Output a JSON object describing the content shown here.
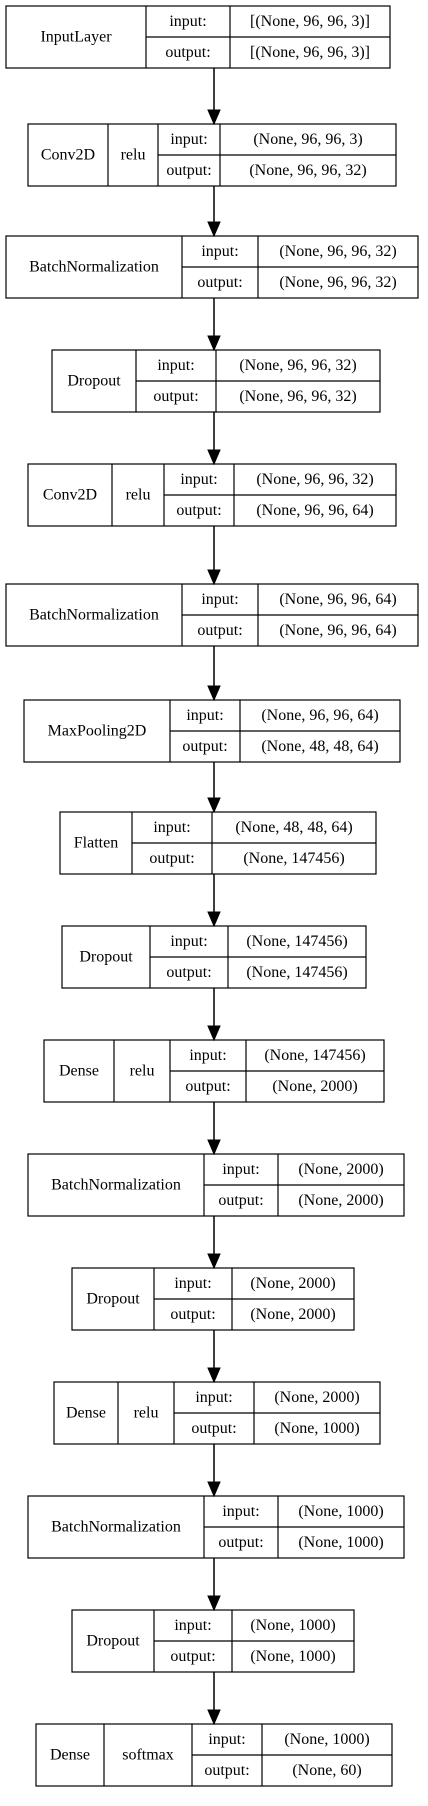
{
  "port_labels": {
    "input": "input:",
    "output": "output:"
  },
  "layers": [
    {
      "name": "InputLayer",
      "activation": "",
      "input": "[(None, 96, 96, 3)]",
      "output": "[(None, 96, 96, 3)]"
    },
    {
      "name": "Conv2D",
      "activation": "relu",
      "input": "(None, 96, 96, 3)",
      "output": "(None, 96, 96, 32)"
    },
    {
      "name": "BatchNormalization",
      "activation": "",
      "input": "(None, 96, 96, 32)",
      "output": "(None, 96, 96, 32)"
    },
    {
      "name": "Dropout",
      "activation": "",
      "input": "(None, 96, 96, 32)",
      "output": "(None, 96, 96, 32)"
    },
    {
      "name": "Conv2D",
      "activation": "relu",
      "input": "(None, 96, 96, 32)",
      "output": "(None, 96, 96, 64)"
    },
    {
      "name": "BatchNormalization",
      "activation": "",
      "input": "(None, 96, 96, 64)",
      "output": "(None, 96, 96, 64)"
    },
    {
      "name": "MaxPooling2D",
      "activation": "",
      "input": "(None, 96, 96, 64)",
      "output": "(None, 48, 48, 64)"
    },
    {
      "name": "Flatten",
      "activation": "",
      "input": "(None, 48, 48, 64)",
      "output": "(None, 147456)"
    },
    {
      "name": "Dropout",
      "activation": "",
      "input": "(None, 147456)",
      "output": "(None, 147456)"
    },
    {
      "name": "Dense",
      "activation": "relu",
      "input": "(None, 147456)",
      "output": "(None, 2000)"
    },
    {
      "name": "BatchNormalization",
      "activation": "",
      "input": "(None, 2000)",
      "output": "(None, 2000)"
    },
    {
      "name": "Dropout",
      "activation": "",
      "input": "(None, 2000)",
      "output": "(None, 2000)"
    },
    {
      "name": "Dense",
      "activation": "relu",
      "input": "(None, 2000)",
      "output": "(None, 1000)"
    },
    {
      "name": "BatchNormalization",
      "activation": "",
      "input": "(None, 1000)",
      "output": "(None, 1000)"
    },
    {
      "name": "Dropout",
      "activation": "",
      "input": "(None, 1000)",
      "output": "(None, 1000)"
    },
    {
      "name": "Dense",
      "activation": "softmax",
      "input": "(None, 1000)",
      "output": "(None, 60)"
    }
  ]
}
